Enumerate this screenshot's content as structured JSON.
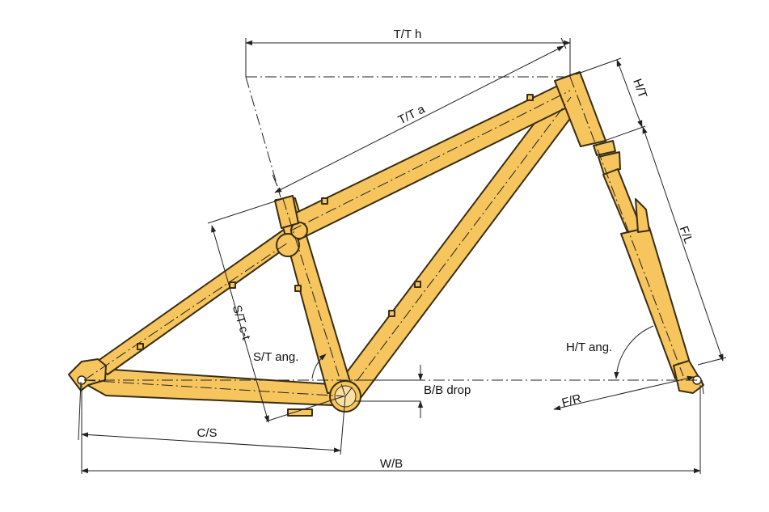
{
  "colors": {
    "frame": "#F6C55E",
    "outline": "#3a2d12",
    "line": "#222222"
  },
  "labels": {
    "top_tube_horizontal": "T/T h",
    "top_tube_actual": "T/T a",
    "head_tube": "H/T",
    "fork_length": "F/L",
    "seat_tube_ct": "S/T c-t",
    "seat_tube_angle": "S/T ang.",
    "head_tube_angle": "H/T ang.",
    "bb_drop": "B/B drop",
    "fork_rake": "F/R",
    "chainstay": "C/S",
    "wheelbase": "W/B"
  }
}
